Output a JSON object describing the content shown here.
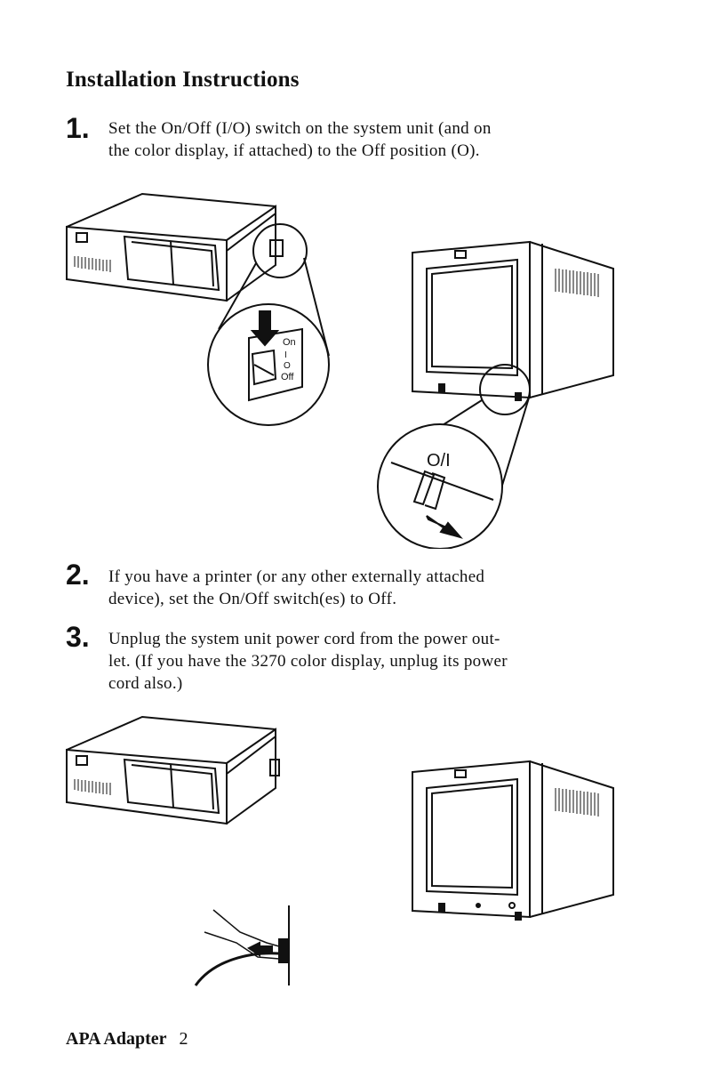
{
  "heading": {
    "title": "Installation Instructions"
  },
  "steps": [
    {
      "number": "1.",
      "lines": [
        "Set the On/Off (I/O) switch on the system unit (and on",
        "the color display, if attached) to the Off position (O)."
      ]
    },
    {
      "number": "2.",
      "lines": [
        "If you have a printer (or any other externally attached",
        "device), set the On/Off switch(es) to Off."
      ]
    },
    {
      "number": "3.",
      "lines": [
        "Unplug the system unit power cord from the power out-",
        "let. (If you have the 3270 color display, unplug its power",
        "cord also.)"
      ]
    }
  ],
  "illustration_labels": {
    "switch_on": "On",
    "switch_i": "I",
    "switch_o": "O",
    "switch_off": "Off",
    "display_switch": "O/I"
  },
  "footer": {
    "section": "APA Adapter",
    "page": "2"
  }
}
